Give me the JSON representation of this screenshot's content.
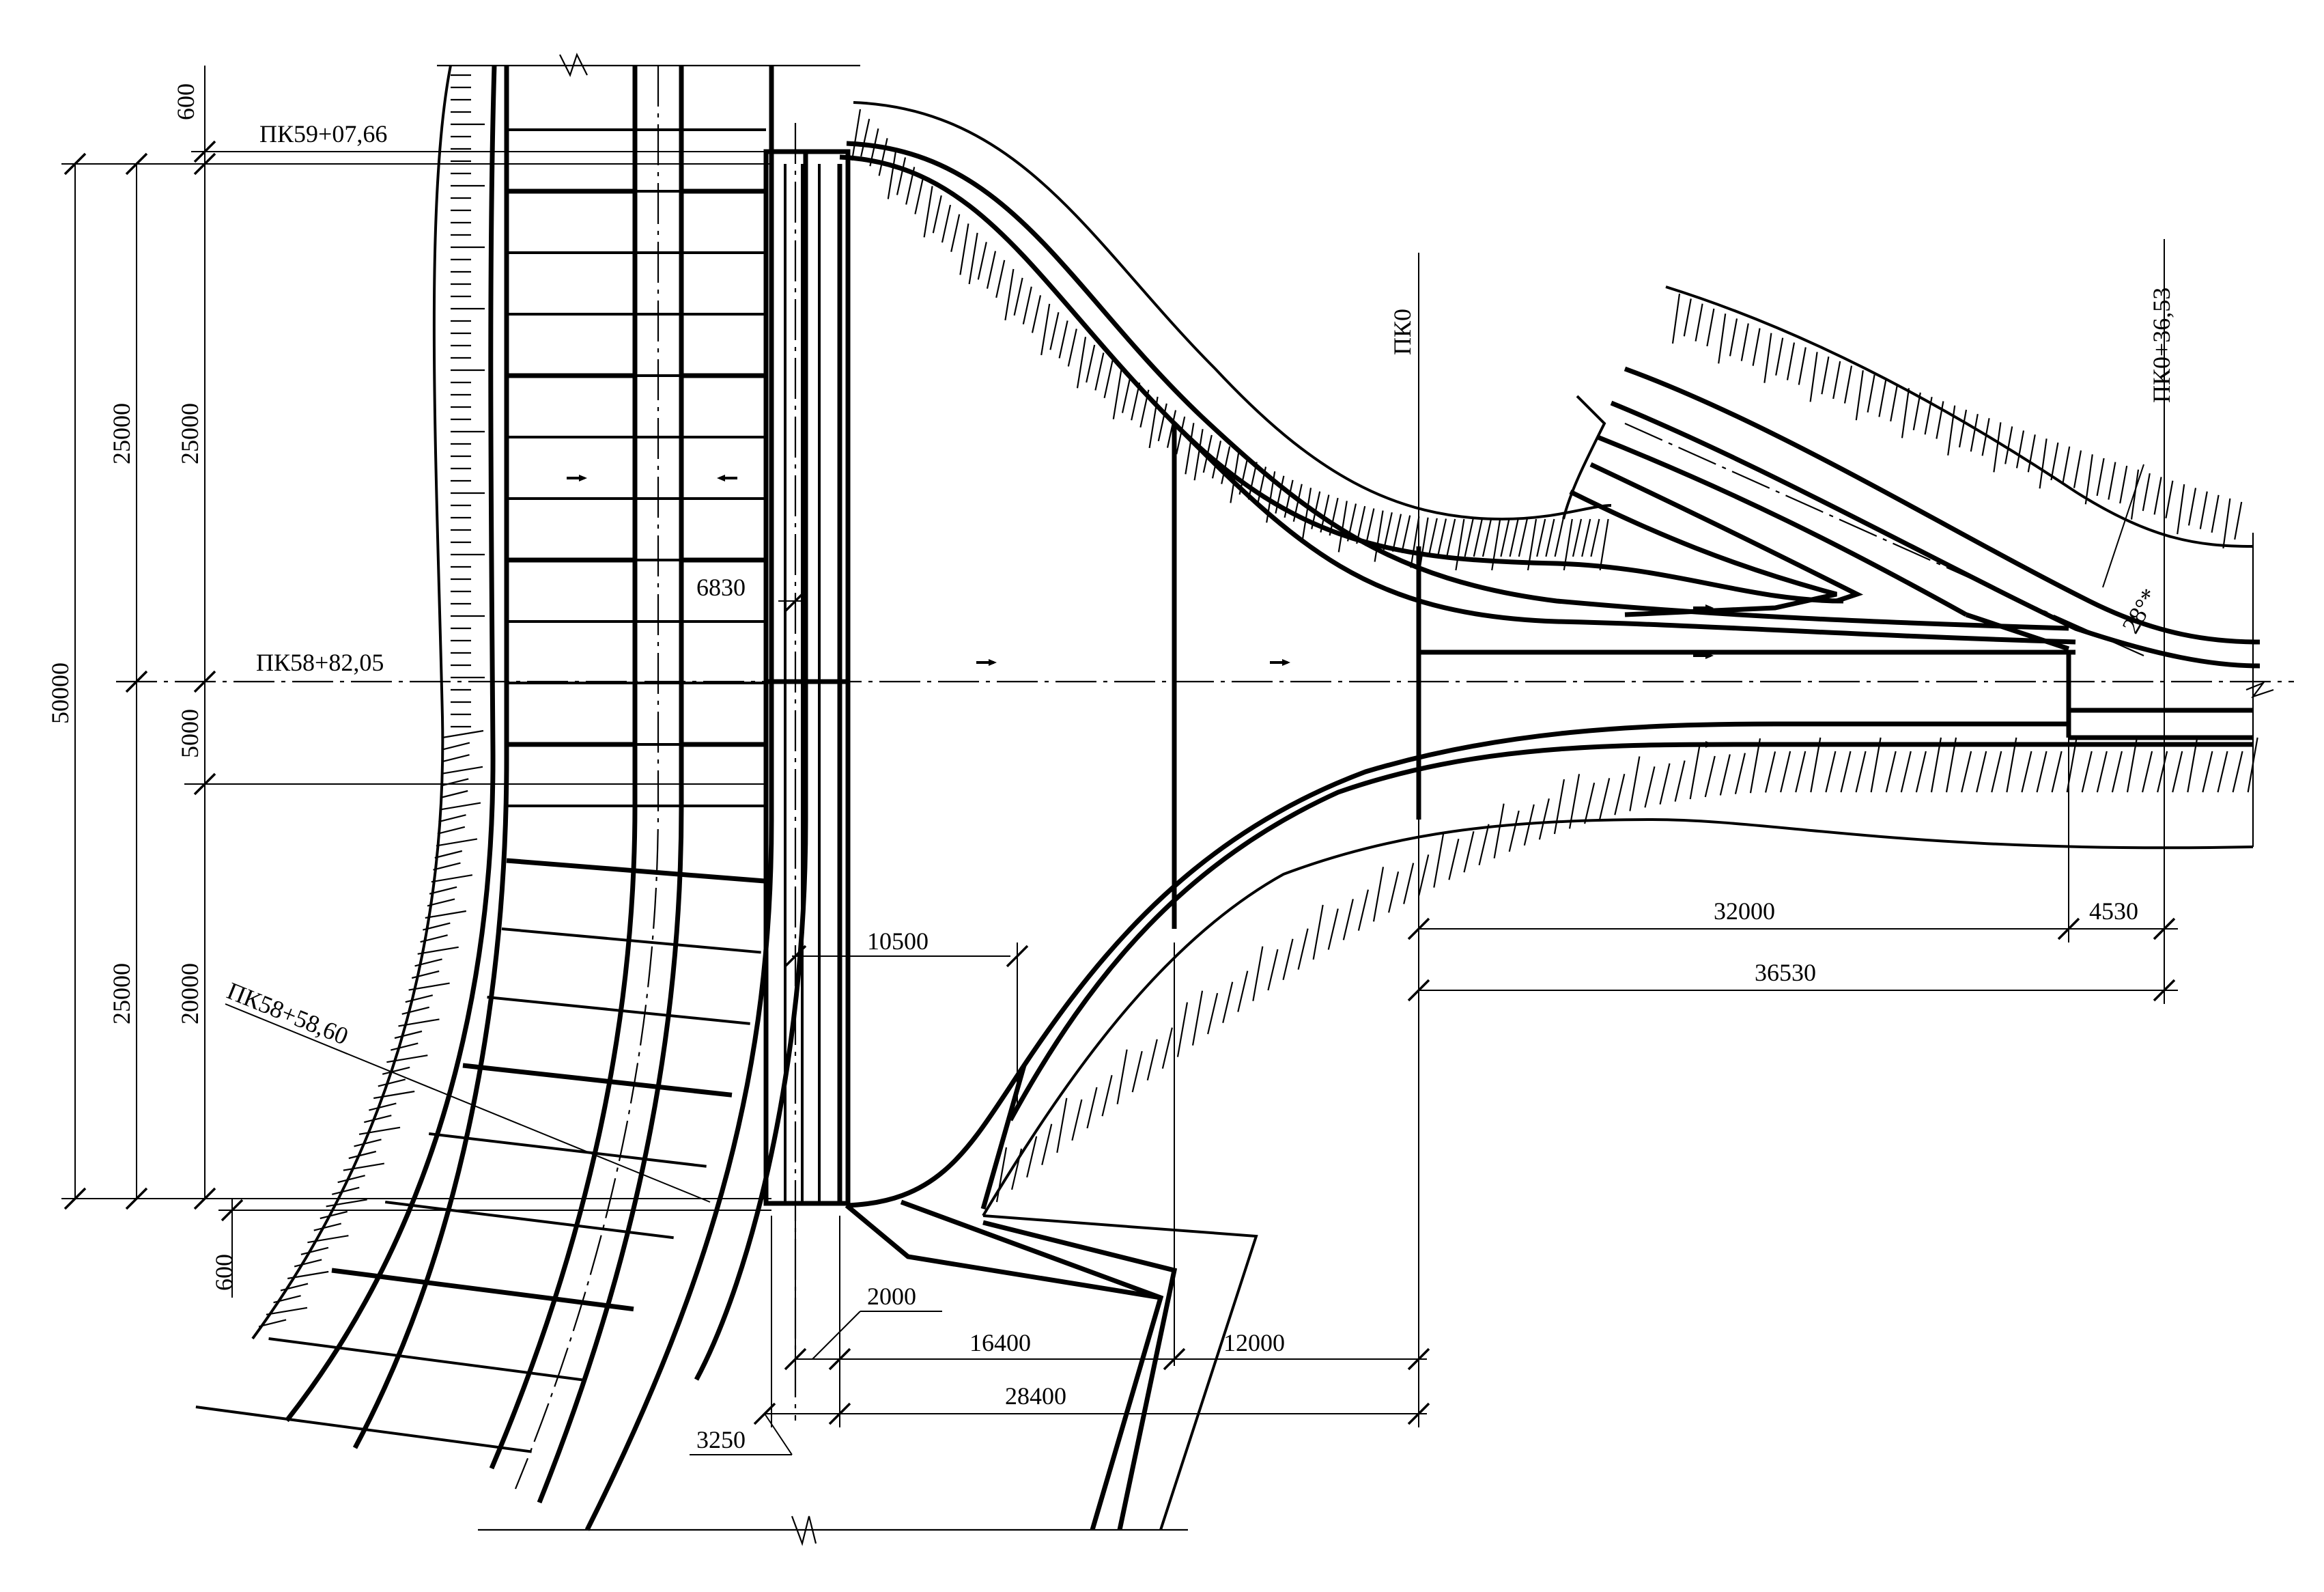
{
  "drawing": {
    "station_labels": {
      "pk59": "ПК59+07,66",
      "pk5882": "ПК58+82,05",
      "pk5858": "ПК58+58,60",
      "pk0": "ПК0",
      "pk036": "ПК0+36,53"
    },
    "angle_label": "28°*",
    "dimensions": {
      "d600_top": "600",
      "d600_bottom": "600",
      "d50000": "50000",
      "d25000_upper_outer": "25000",
      "d25000_upper_inner": "25000",
      "d25000_lower": "25000",
      "d5000": "5000",
      "d20000": "20000",
      "d6830": "6830",
      "d10500": "10500",
      "d2000": "2000",
      "d16400": "16400",
      "d12000": "12000",
      "d28400": "28400",
      "d3250": "3250",
      "d32000": "32000",
      "d4530": "4530",
      "d36530": "36530"
    }
  }
}
